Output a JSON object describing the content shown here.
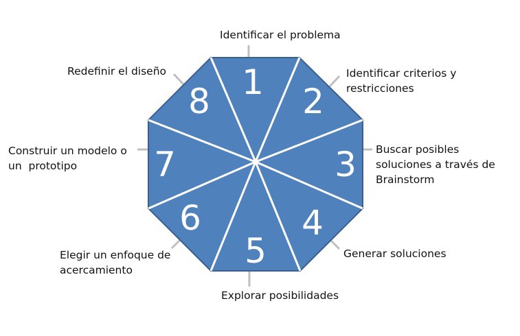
{
  "colors": {
    "fill": "#4f81bd",
    "stroke": "#3a5f8e",
    "divider": "#ffffff",
    "leader": "#bfbfbf"
  },
  "segments": [
    {
      "number": "1",
      "label": "Identificar el problema"
    },
    {
      "number": "2",
      "label": "Identificar criterios y\nrestricciones"
    },
    {
      "number": "3",
      "label": "Buscar posibles\nsoluciones a través de\nBrainstorm"
    },
    {
      "number": "4",
      "label": "Generar soluciones"
    },
    {
      "number": "5",
      "label": "Explorar posibilidades"
    },
    {
      "number": "6",
      "label": "Elegir un enfoque de\nacercamiento"
    },
    {
      "number": "7",
      "label": "Construir un modelo o\nun  prototipo"
    },
    {
      "number": "8",
      "label": "Redefinir el diseño"
    }
  ]
}
